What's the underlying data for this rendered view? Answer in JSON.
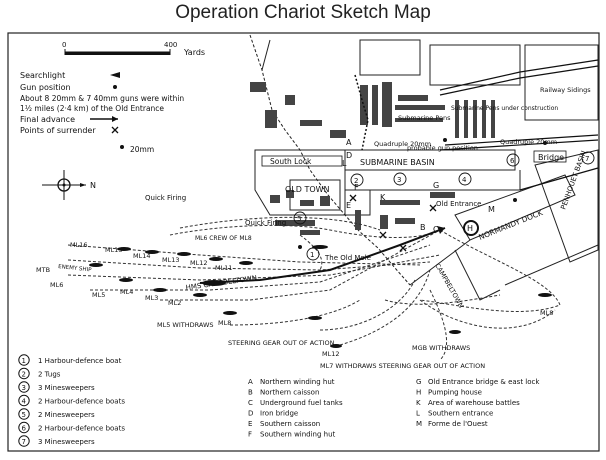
{
  "title": "Operation Chariot Sketch Map",
  "scale": {
    "zero": "0",
    "end": "400",
    "unit": "Yards"
  },
  "key": {
    "searchlight": "Searchlight",
    "gun_position": "Gun position",
    "guns_note_1": "About 8 20mm & 7 40mm guns were within",
    "guns_note_2": "1½ miles (2·4 km) of the Old Entrance",
    "final_advance": "Final advance",
    "points_of_surrender": "Points of surrender"
  },
  "compass": {
    "north": "N"
  },
  "places": {
    "south_lock": "South Lock",
    "old_town": "OLD TOWN",
    "submarine_basin": "SUBMARINE BASIN",
    "submarine_pens_1": "Submarine Pens",
    "submarine_pens_2": "Submarine Pens under construction",
    "quadruple_20mm_a": "Quadruple 20mm",
    "quadruple_20mm_b": "Quadruple 20mm",
    "probable_gun": "probable gun position",
    "railway_sidings": "Railway Sidings",
    "bridge": "Bridge",
    "penhouet_basin": "PENHOUET BASIN",
    "normandy_dock": "NORMANDY DOCK",
    "old_entrance": "Old Entrance",
    "old_mole": "The Old Mole",
    "quick_firing_1": "Quick Firing",
    "quick_firing_2": "Quick Firing",
    "mm20": "20mm",
    "campbeltown_course": "CAMPBELTOWN"
  },
  "craft": {
    "ml16": "ML16",
    "ml15": "ML15",
    "ml14": "ML14",
    "ml13": "ML13",
    "ml12": "ML12",
    "ml11": "ML11",
    "mtb": "MTB",
    "ml6": "ML6",
    "ml5": "ML5",
    "ml4": "ML4",
    "ml3": "ML3",
    "ml2": "ML2",
    "ml8": "ML8",
    "ml12b": "ML12",
    "ml8b": "ML8",
    "hms_campbeltown": "HMS CAMPBELTOWN",
    "enemy_ship": "ENEMY SHIP",
    "ml6_crew": "ML6 CREW OF ML8",
    "mgb": "MGB WITHDRAWS",
    "ml5_withdraws": "ML5 WITHDRAWS",
    "steering_1": "STEERING GEAR OUT OF ACTION",
    "ml7_withdraws": "ML7 WITHDRAWS STEERING GEAR OUT OF ACTION"
  },
  "letters": {
    "A": "A",
    "B": "B",
    "C": "C",
    "D": "D",
    "E": "E",
    "F": "F",
    "G": "G",
    "H": "H",
    "K": "K",
    "L": "L",
    "M": "M"
  },
  "numbers": {
    "n1": "1",
    "n2": "2",
    "n3": "3",
    "n4": "4",
    "n5": "5",
    "n6": "6",
    "n7": "7"
  },
  "legend_numbers": [
    {
      "num": "1",
      "text": "1 Harbour-defence boat"
    },
    {
      "num": "2",
      "text": "2 Tugs"
    },
    {
      "num": "3",
      "text": "3 Minesweepers"
    },
    {
      "num": "4",
      "text": "2 Harbour-defence boats"
    },
    {
      "num": "5",
      "text": "2 Minesweepers"
    },
    {
      "num": "6",
      "text": "2 Harbour-defence boats"
    },
    {
      "num": "7",
      "text": "3 Minesweepers"
    }
  ],
  "legend_letters_a": [
    {
      "letter": "A",
      "text": "Northern winding hut"
    },
    {
      "letter": "B",
      "text": "Northern caisson"
    },
    {
      "letter": "C",
      "text": "Underground fuel tanks"
    },
    {
      "letter": "D",
      "text": "Iron bridge"
    },
    {
      "letter": "E",
      "text": "Southern caisson"
    },
    {
      "letter": "F",
      "text": "Southern winding hut"
    }
  ],
  "legend_letters_b": [
    {
      "letter": "G",
      "text": "Old Entrance bridge & east lock"
    },
    {
      "letter": "H",
      "text": "Pumping house"
    },
    {
      "letter": "K",
      "text": "Area of warehouse battles"
    },
    {
      "letter": "L",
      "text": "Southern entrance"
    },
    {
      "letter": "M",
      "text": "Forme de l'Ouest"
    }
  ]
}
